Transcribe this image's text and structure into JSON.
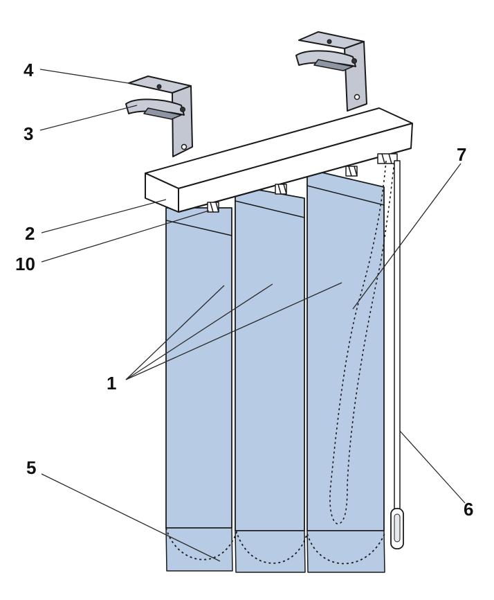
{
  "colors": {
    "slat": "#b8cbe4",
    "rail": "#ffffff",
    "bracket": "#c7ccd6",
    "outline": "#1a1a1a"
  },
  "callouts": {
    "slat": "1",
    "headrail": "2",
    "bracket_clip": "3",
    "mounting_bracket": "4",
    "bottom_chain": "5",
    "control_wand": "6",
    "control_chain": "7",
    "carrier": "10"
  }
}
